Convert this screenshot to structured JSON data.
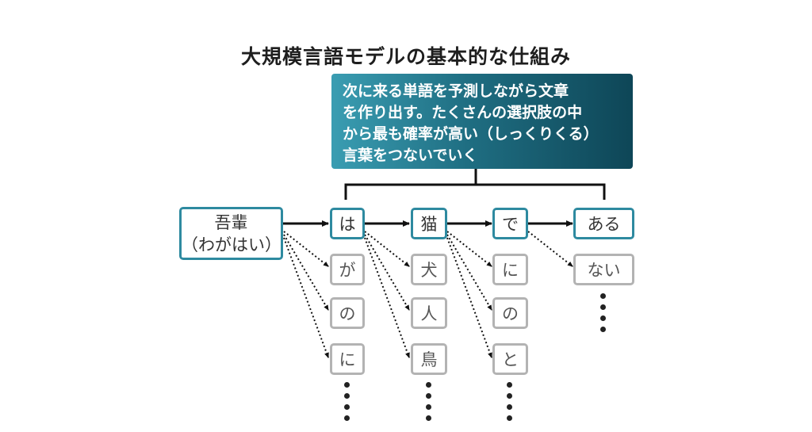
{
  "title": "大規模言語モデルの基本的な仕組み",
  "description": {
    "lines": [
      "次に来る単語を予測しながら文章",
      "を作り出す。たくさんの選択肢の中",
      "から最も確率が高い（しっくりくる）",
      "言葉をつないでいく"
    ]
  },
  "root": {
    "line1": "吾輩",
    "line2": "（わがはい）"
  },
  "columns": [
    {
      "selected": "は",
      "alternatives": [
        "が",
        "の",
        "に"
      ],
      "more": true
    },
    {
      "selected": "猫",
      "alternatives": [
        "犬",
        "人",
        "鳥"
      ],
      "more": true
    },
    {
      "selected": "で",
      "alternatives": [
        "に",
        "の",
        "と"
      ],
      "more": true
    },
    {
      "selected": "ある",
      "alternatives": [
        "ない"
      ],
      "more": true
    }
  ],
  "colors": {
    "selected_border": "#2e8aa0",
    "alternative_border": "#b3b3b3",
    "description_gradient_start": "#3a9db2",
    "description_gradient_end": "#0e4657"
  }
}
